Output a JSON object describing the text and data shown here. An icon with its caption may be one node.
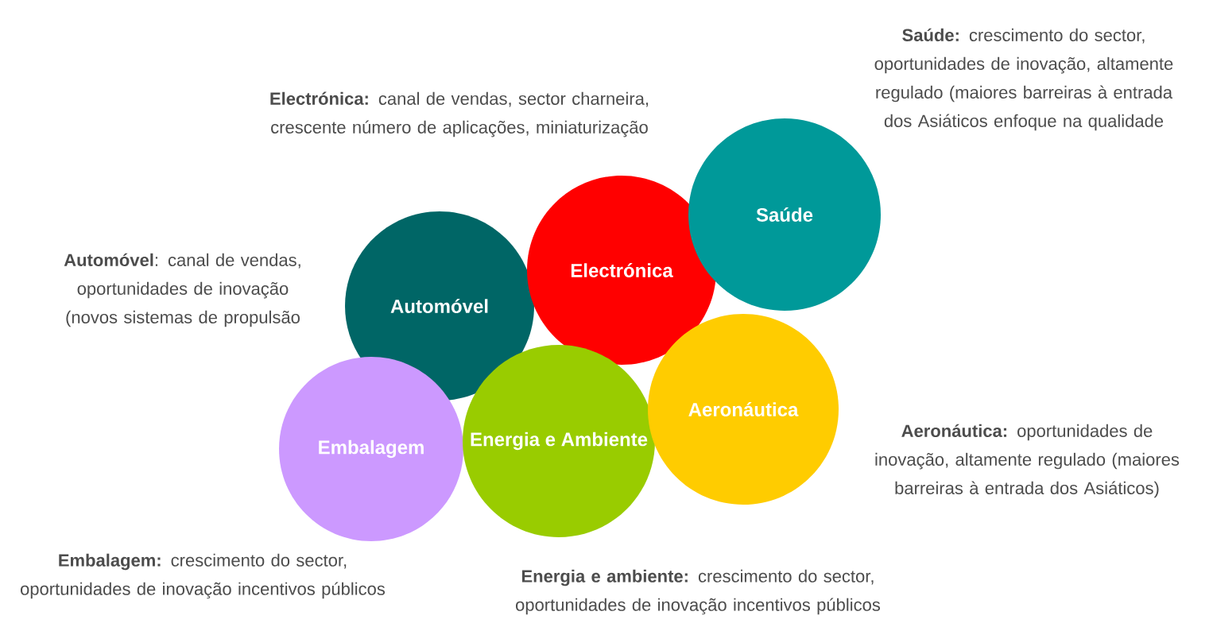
{
  "diagram": {
    "nodes": [
      {
        "text": [
          "Saúde"
        ],
        "beside": [
          "**Saúde:** crescimento do sector, oportunidades de inovação, altamente regulado (maiores barreiras à entrada dos Asiáticos enfoque na qualidade"
        ]
      },
      {
        "text": [
          "Electrónica"
        ],
        "beside": [
          "**Electrónica:** canal de vendas, sector charneira, crescente número de aplicações, miniaturização"
        ]
      },
      {
        "text": [
          "Automóvel"
        ],
        "beside": [
          "**Automóvel**: canal de vendas, oportunidades de inovação (novos sistemas de propulsão"
        ]
      },
      {
        "text": [
          "Aeronáutica"
        ],
        "beside": [
          "**Aeronáutica:** oportunidades de inovação, altamente regulado (maiores barreiras à entrada dos Asiáticos)"
        ]
      },
      {
        "text": [
          "Embalagem"
        ],
        "beside": [
          "**Embalagem:** crescimento do sector, oportunidades de inovação incentivos públicos"
        ]
      },
      {
        "text": [
          "Energia e Ambiente"
        ],
        "beside": [
          "**Energia e ambiente:** crescimento do sector, oportunidades de inovação incentivos públicos"
        ]
      }
    ]
  }
}
